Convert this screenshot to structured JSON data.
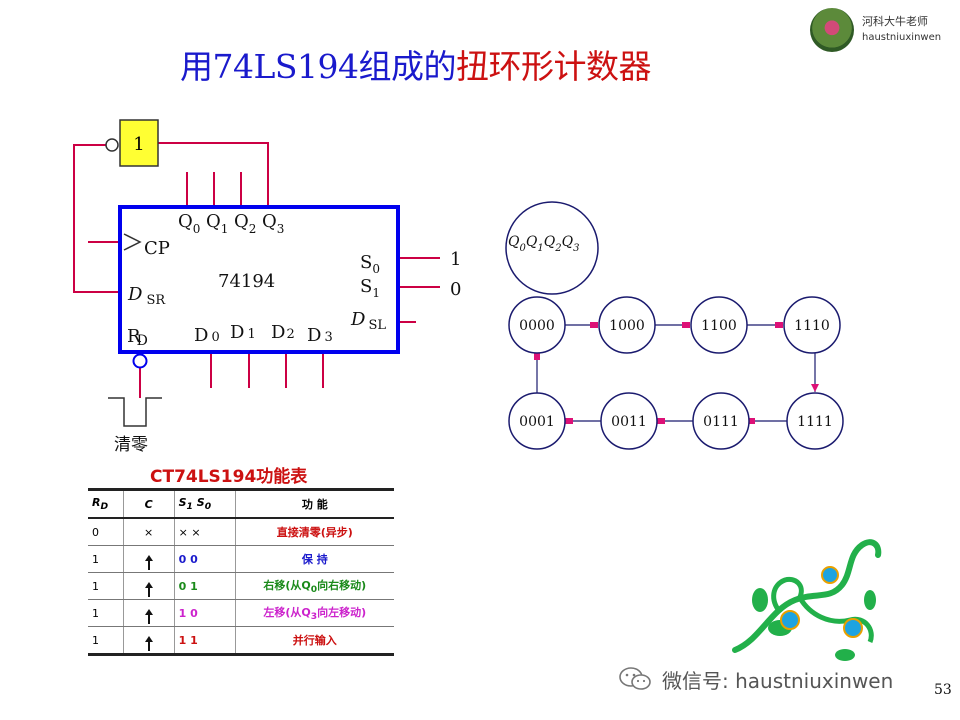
{
  "title": {
    "part1": "用74LS194组成的",
    "part2": "扭环形计数器"
  },
  "brand": {
    "name": "河科大牛老师",
    "handle": "haustniuxinwen"
  },
  "circuit": {
    "inverter_label": "1",
    "chip_name": "74194",
    "pins_top": [
      "Q",
      "0",
      "Q",
      "1",
      "Q",
      "2",
      "Q",
      "3"
    ],
    "cp": "CP",
    "dsr": "D",
    "dsr_sub": "SR",
    "rd": "R",
    "rd_sub": "D",
    "s0": "S",
    "s0_sub": "0",
    "s1": "S",
    "s1_sub": "1",
    "dsl": "D",
    "dsl_sub": "SL",
    "d_pins": [
      "D",
      "0",
      "D",
      "1",
      "D",
      "2",
      "D",
      "3"
    ],
    "s0_value": "1",
    "s1_value": "0",
    "clear_label": "清零"
  },
  "state_diagram": {
    "legend": [
      "Q",
      "0",
      "Q",
      "1",
      "Q",
      "2",
      "Q",
      "3"
    ],
    "states": [
      "0000",
      "1000",
      "1100",
      "1110",
      "1111",
      "0111",
      "0011",
      "0001"
    ]
  },
  "func_table": {
    "caption": "CT74LS194功能表",
    "headers": {
      "rd": "R",
      "rd_sub": "D",
      "c": "C",
      "s1": "S",
      "s1_sub": "1",
      "s0": "S",
      "s0_sub": "0",
      "func": "功    能"
    },
    "rows": [
      {
        "rd": "0",
        "c": "×",
        "s": "×  ×",
        "func": "直接清零(异步)",
        "color": "#cc1111"
      },
      {
        "rd": "1",
        "c": "",
        "s": "0  0",
        "func": "保    持",
        "color": "#1a1acc"
      },
      {
        "rd": "1",
        "c": "",
        "s": "0  1",
        "func_a": "右移(从Q",
        "func_sub": "0",
        "func_b": "向右移动)",
        "color": "#1a8a1a"
      },
      {
        "rd": "1",
        "c": "",
        "s": "1  0",
        "func_a": "左移(从Q",
        "func_sub": "3",
        "func_b": "向左移动)",
        "color": "#cc22cc"
      },
      {
        "rd": "1",
        "c": "",
        "s": "1  1",
        "func": "并行输入",
        "color": "#cc1111"
      }
    ]
  },
  "footer": {
    "text": "微信号: haustniuxinwen",
    "page": "53"
  },
  "colors": {
    "title_blue": "#1a1acc",
    "title_red": "#cc1111",
    "chip_border": "#0000ee",
    "wire": "#cc0044",
    "arrow": "#dd1177"
  }
}
